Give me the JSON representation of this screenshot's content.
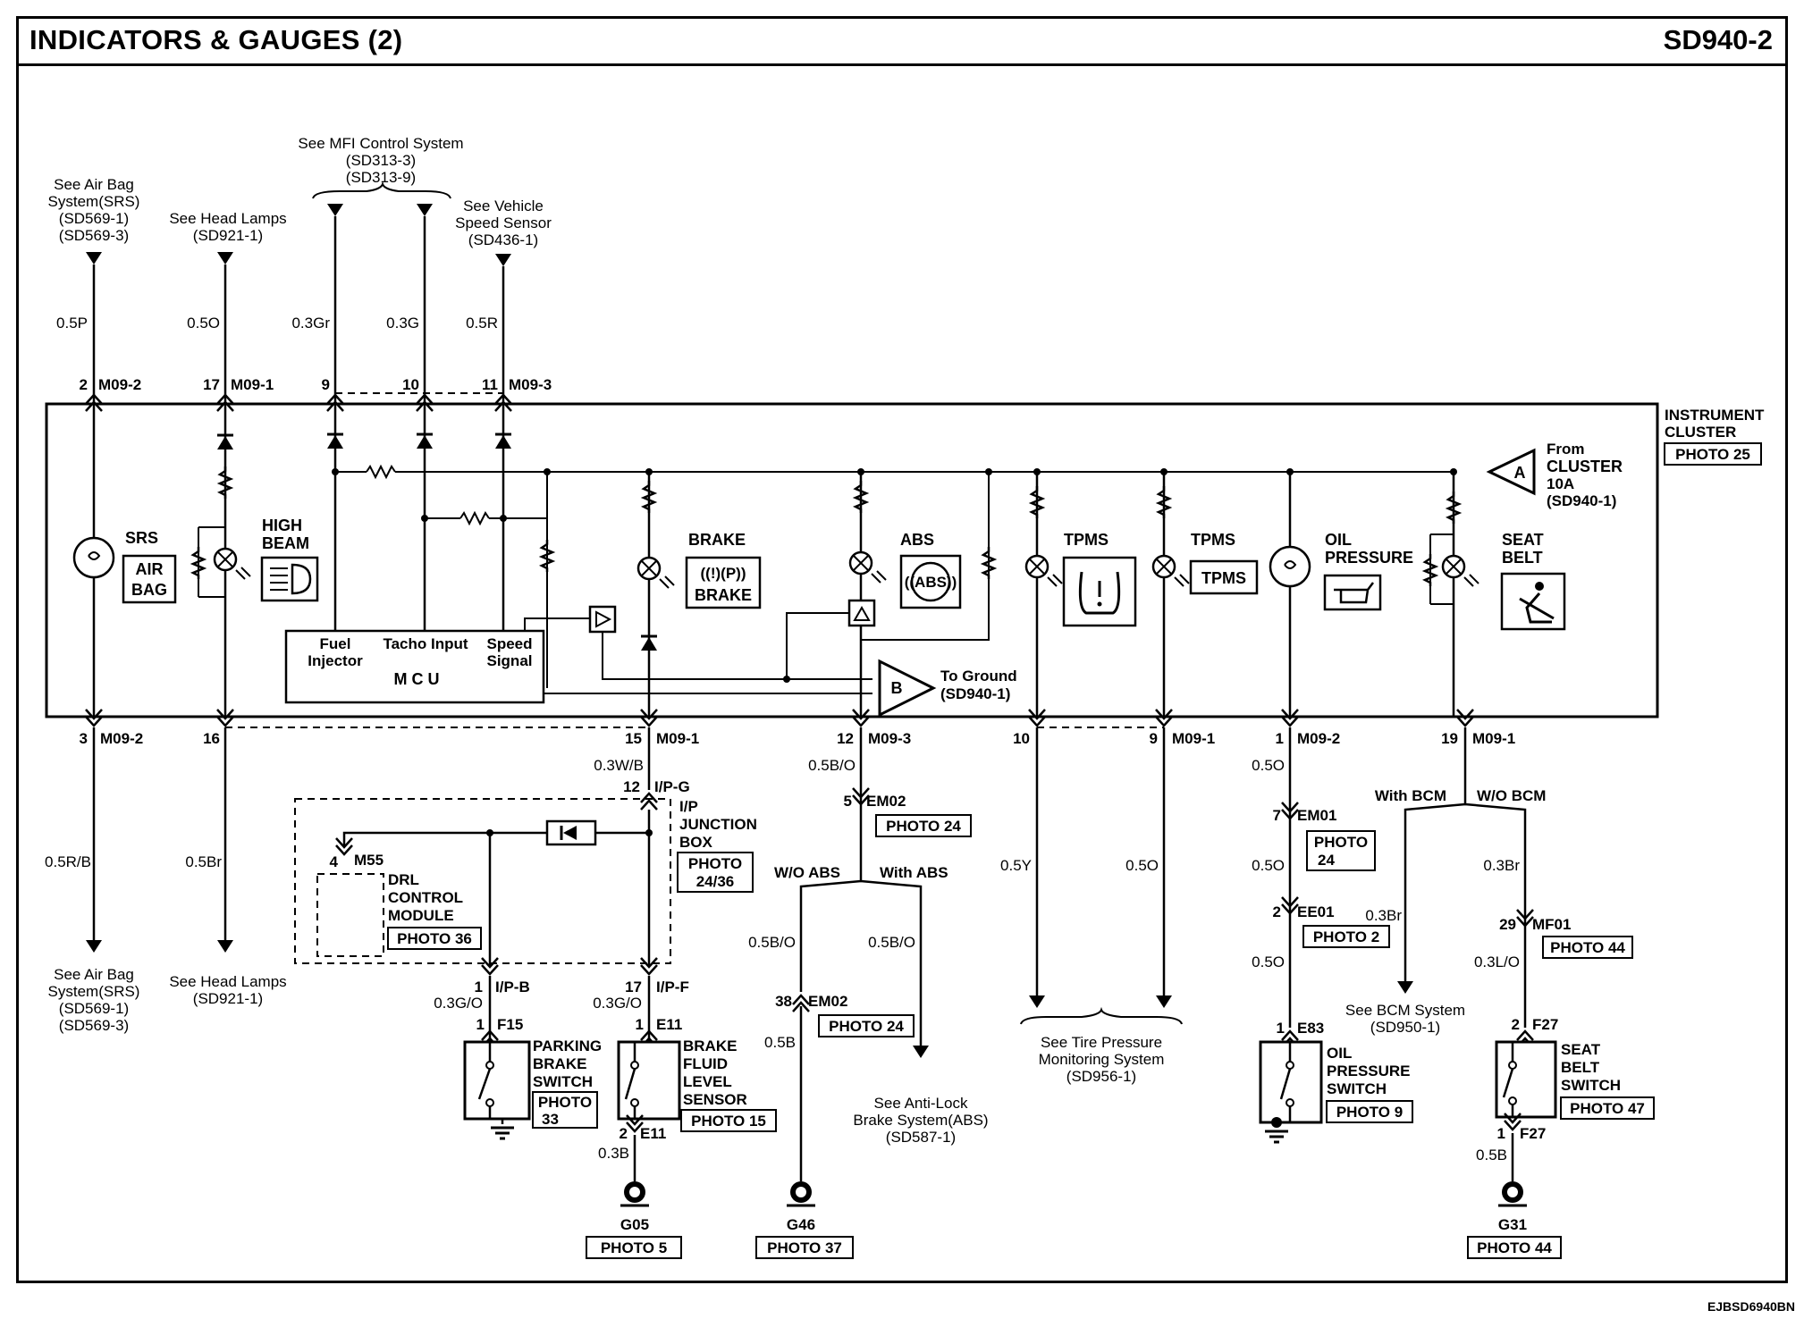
{
  "header": {
    "title": "INDICATORS & GAUGES (2)",
    "code": "SD940-2"
  },
  "footer": {
    "code": "EJBSD6940BN"
  },
  "icons": [
    "ground-icon",
    "diode-icon",
    "lamp-icon",
    "resistor-icon",
    "switch-icon",
    "connector-icon"
  ],
  "top_refs": {
    "airbag": [
      "See Air Bag",
      "System(SRS)",
      "(SD569-1)",
      "(SD569-3)"
    ],
    "headlamps": [
      "See Head Lamps",
      "(SD921-1)"
    ],
    "mfi": [
      "See MFI Control System",
      "(SD313-3)",
      "(SD313-9)"
    ],
    "speed_sensor": [
      "See Vehicle",
      "Speed Sensor",
      "(SD436-1)"
    ]
  },
  "wire_colors": {
    "w_05P": "0.5P",
    "w_05O": "0.5O",
    "w_03Gr": "0.3Gr",
    "w_03G": "0.3G",
    "w_05R": "0.5R",
    "w_05RB": "0.5R/B",
    "w_05Br": "0.5Br",
    "w_03WB": "0.3W/B",
    "w_03GO": "0.3G/O",
    "w_03B": "0.3B",
    "w_05BO": "0.5B/O",
    "w_05B": "0.5B",
    "w_05Y": "0.5Y",
    "w_03Br": "0.3Br",
    "w_03LO": "0.3L/O"
  },
  "pins": {
    "p2": "2",
    "p17": "17",
    "p9": "9",
    "p10": "10",
    "p11": "11",
    "p3": "3",
    "p16": "16",
    "p15": "15",
    "p12": "12",
    "p1": "1",
    "p19": "19",
    "p4": "4",
    "p5": "5",
    "p7": "7",
    "p38": "38",
    "p29": "29"
  },
  "connectors": {
    "m09_1": "M09-1",
    "m09_2": "M09-2",
    "m09_3": "M09-3",
    "ipg": "I/P-G",
    "ipb": "I/P-B",
    "ipf": "I/P-F",
    "m55": "M55",
    "em02": "EM02",
    "em01": "EM01",
    "ee01": "EE01",
    "mf01": "MF01",
    "f15": "F15",
    "e11": "E11",
    "e83": "E83",
    "f27": "F27"
  },
  "cluster": {
    "name": [
      "INSTRUMENT",
      "CLUSTER"
    ],
    "photo": "PHOTO 25",
    "from": [
      "From",
      "CLUSTER",
      "10A",
      "(SD940-1)"
    ],
    "node_a": "A",
    "node_b": "B",
    "to_ground": [
      "To Ground",
      "(SD940-1)"
    ],
    "srs": "SRS",
    "airbag_icon": [
      "AIR",
      "BAG"
    ],
    "high_beam": [
      "HIGH",
      "BEAM"
    ],
    "brake": "BRAKE",
    "brake_icon": [
      "((!)(P))",
      "BRAKE"
    ],
    "abs": "ABS",
    "abs_icon": "((ABS))",
    "tpms": "TPMS",
    "tpms_icon": "TPMS",
    "oil": [
      "OIL",
      "PRESSURE"
    ],
    "seat": [
      "SEAT",
      "BELT"
    ],
    "mcu": {
      "fuel": [
        "Fuel",
        "Injector"
      ],
      "tacho": "Tacho Input",
      "speed": [
        "Speed",
        "Signal"
      ],
      "name": "M C U"
    }
  },
  "junction_box": {
    "label": [
      "I/P",
      "JUNCTION",
      "BOX"
    ],
    "photo": [
      "PHOTO",
      "24/36"
    ]
  },
  "drl": {
    "label": [
      "DRL",
      "CONTROL",
      "MODULE"
    ],
    "photo": "PHOTO 36"
  },
  "branches": {
    "wo_abs": "W/O ABS",
    "with_abs": "With ABS",
    "with_bcm": "With BCM",
    "wo_bcm": "W/O BCM"
  },
  "components": {
    "parking": [
      "PARKING",
      "BRAKE",
      "SWITCH"
    ],
    "parking_photo": [
      "PHOTO",
      "33"
    ],
    "fluid": [
      "BRAKE",
      "FLUID",
      "LEVEL",
      "SENSOR"
    ],
    "fluid_photo": "PHOTO 15",
    "oil_switch": [
      "OIL",
      "PRESSURE",
      "SWITCH"
    ],
    "oil_photo": "PHOTO 9",
    "seat_switch": [
      "SEAT",
      "BELT",
      "SWITCH"
    ],
    "seat_photo": "PHOTO 47"
  },
  "photos": {
    "em02_a": "PHOTO 24",
    "em02_b": "PHOTO 24",
    "em01": [
      "PHOTO",
      "24"
    ],
    "ee01": "PHOTO 2",
    "mf01": "PHOTO 44",
    "g05": "PHOTO 5",
    "g46": "PHOTO 37",
    "g31": "PHOTO 44"
  },
  "grounds": {
    "g05": "G05",
    "g46": "G46",
    "g31": "G31"
  },
  "bottom_refs": {
    "airbag": [
      "See Air Bag",
      "System(SRS)",
      "(SD569-1)",
      "(SD569-3)"
    ],
    "headlamps": [
      "See Head Lamps",
      "(SD921-1)"
    ],
    "abs": [
      "See Anti-Lock",
      "Brake System(ABS)",
      "(SD587-1)"
    ],
    "tpms": [
      "See Tire Pressure",
      "Monitoring System",
      "(SD956-1)"
    ],
    "bcm": [
      "See BCM System",
      "(SD950-1)"
    ]
  }
}
